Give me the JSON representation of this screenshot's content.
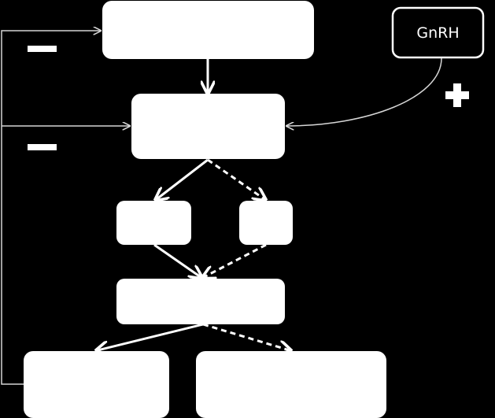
{
  "diagram": {
    "gnrh_label": "GnRH",
    "colors": {
      "background": "#000000",
      "box_fill": "#ffffff",
      "line": "#ffffff",
      "thin_line": "#cfcfcf"
    },
    "signs": {
      "negative_1": "minus-sign",
      "negative_2": "minus-sign",
      "positive": "plus-sign"
    }
  }
}
